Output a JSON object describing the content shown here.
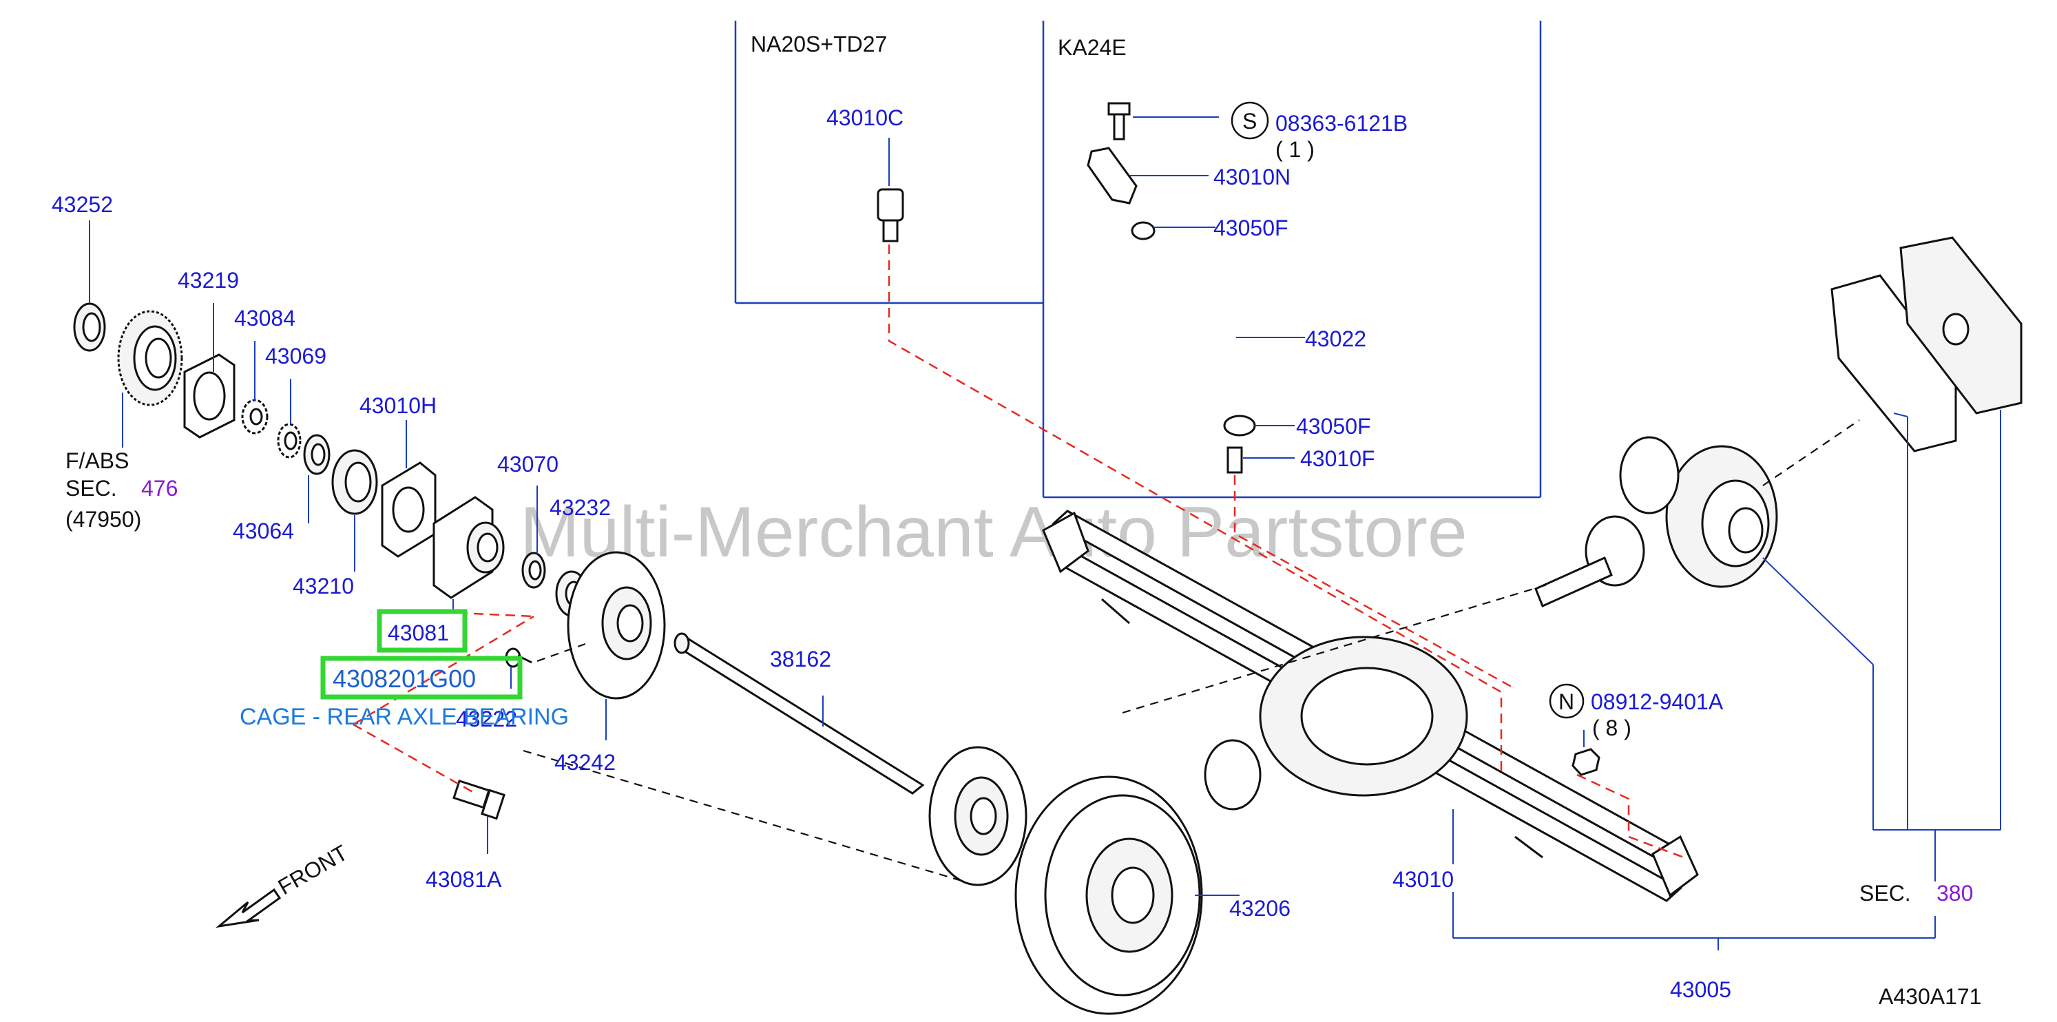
{
  "diagram": {
    "watermark": "Multi-Merchant Auto Partstore",
    "code": "A430A171",
    "front_label": "FRONT",
    "insets": {
      "left_title": "NA20S+TD27",
      "right_title": "KA24E"
    },
    "labels": {
      "p43252": "43252",
      "p43219": "43219",
      "p43084": "43084",
      "p43069": "43069",
      "p43010H": "43010H",
      "p43070": "43070",
      "p43232": "43232",
      "p43064": "43064",
      "p43210": "43210",
      "p43081": "43081",
      "p4308201G00": "4308201G00",
      "p43222": "43222",
      "p43242": "43242",
      "p38162": "38162",
      "p43081A": "43081A",
      "p43206": "43206",
      "p43010": "43010",
      "p43005": "43005",
      "p43010C": "43010C",
      "p08363": "08363-6121B",
      "q08363": "( 1 )",
      "p43010N": "43010N",
      "p43050F_a": "43050F",
      "p43022": "43022",
      "p43050F_b": "43050F",
      "p43010F": "43010F",
      "p08912": "08912-9401A",
      "q08912": "( 8 )",
      "s_badge": "S",
      "n_badge": "N"
    },
    "refs": {
      "fabs": "F/ABS",
      "sec_left": "SEC.",
      "sec_left_num": "476",
      "sec_left_paren": "(47950)",
      "sec_right": "SEC.",
      "sec_right_num": "380"
    },
    "highlight": {
      "part_no": "43081",
      "full_no": "4308201G00",
      "caption": "CAGE - REAR AXLE BEARING"
    }
  }
}
